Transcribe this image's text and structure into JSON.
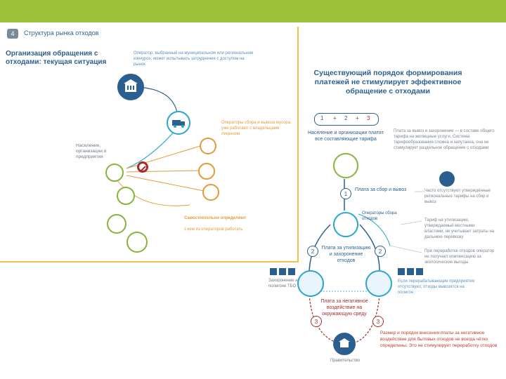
{
  "header": {
    "section_number": "4",
    "section_title": "Структура рынка отходов"
  },
  "left": {
    "heading": "Организация обращения с отходами: текущая ситуация",
    "operator_text": "Оператор, выбранный на муниципальном или региональном конкурсе, может испытывать затруднения с доступом на рынок",
    "collectors_text": "Операторы сбора и вывоза мусора, уже работают с владельцами лицензии",
    "population_label": "Население, организации и предприятия",
    "self_determined": "Самостоятельно определяют",
    "self_determined_note": "с кем из операторов работать"
  },
  "right": {
    "title": "Существующий порядок формирования платежей не стимулирует эффективное обращение с отходами",
    "formula": [
      "1",
      "+",
      "2",
      "+",
      "3"
    ],
    "population_label": "Население и организации платят все составляющие тарифа",
    "population_note": "Плата за вывоз и захоронение — в составе общего тарифа на жилищные услуги. Система тарифообразования сложна и запутанна, она не стимулирует раздельное обращение с отходами",
    "step1_label": "Плата за сбор и вывоз",
    "step1_note": "Часто отсутствуют утверждённые региональные тарифы на сбор и вывоз",
    "operators_label": "Операторы сбора отходов",
    "step2_label": "Плата за утилизацию и захоронение отходов",
    "step2_note": "Тариф на утилизацию, утверждаемый местными властями, не учитывает затраты на дальнюю перевозку",
    "step2b_note": "При переработке отходов оператор не получает компенсацию за экологические выгоды",
    "landfill_label": "Захоронение на полигоне ТБО",
    "recycle_note": "Если перерабатывающие предприятия отсутствуют, отходы вывозятся на полигон",
    "step3_label": "Плата за негативное воздействие на окружающую среду",
    "step3_note": "Размер и порядок внесения платы за негативное воздействие для бытовых отходов не всегда чётко определены. Это не стимулирует переработку отходов",
    "authority_label": "Правительство"
  },
  "colors": {
    "accent_green": "#9cc23c",
    "blue": "#2b5f8f",
    "teal": "#2aa6c9",
    "orange": "#e39a3a",
    "olive": "#8ab33a",
    "red": "#a82a2a",
    "frame": "#f2c04a"
  },
  "icons": [
    "building-icon",
    "garbage-truck-icon",
    "prohibited-icon",
    "house-icon",
    "factory-icon",
    "government-icon",
    "landfill-icon",
    "recycling-plant-icon"
  ]
}
